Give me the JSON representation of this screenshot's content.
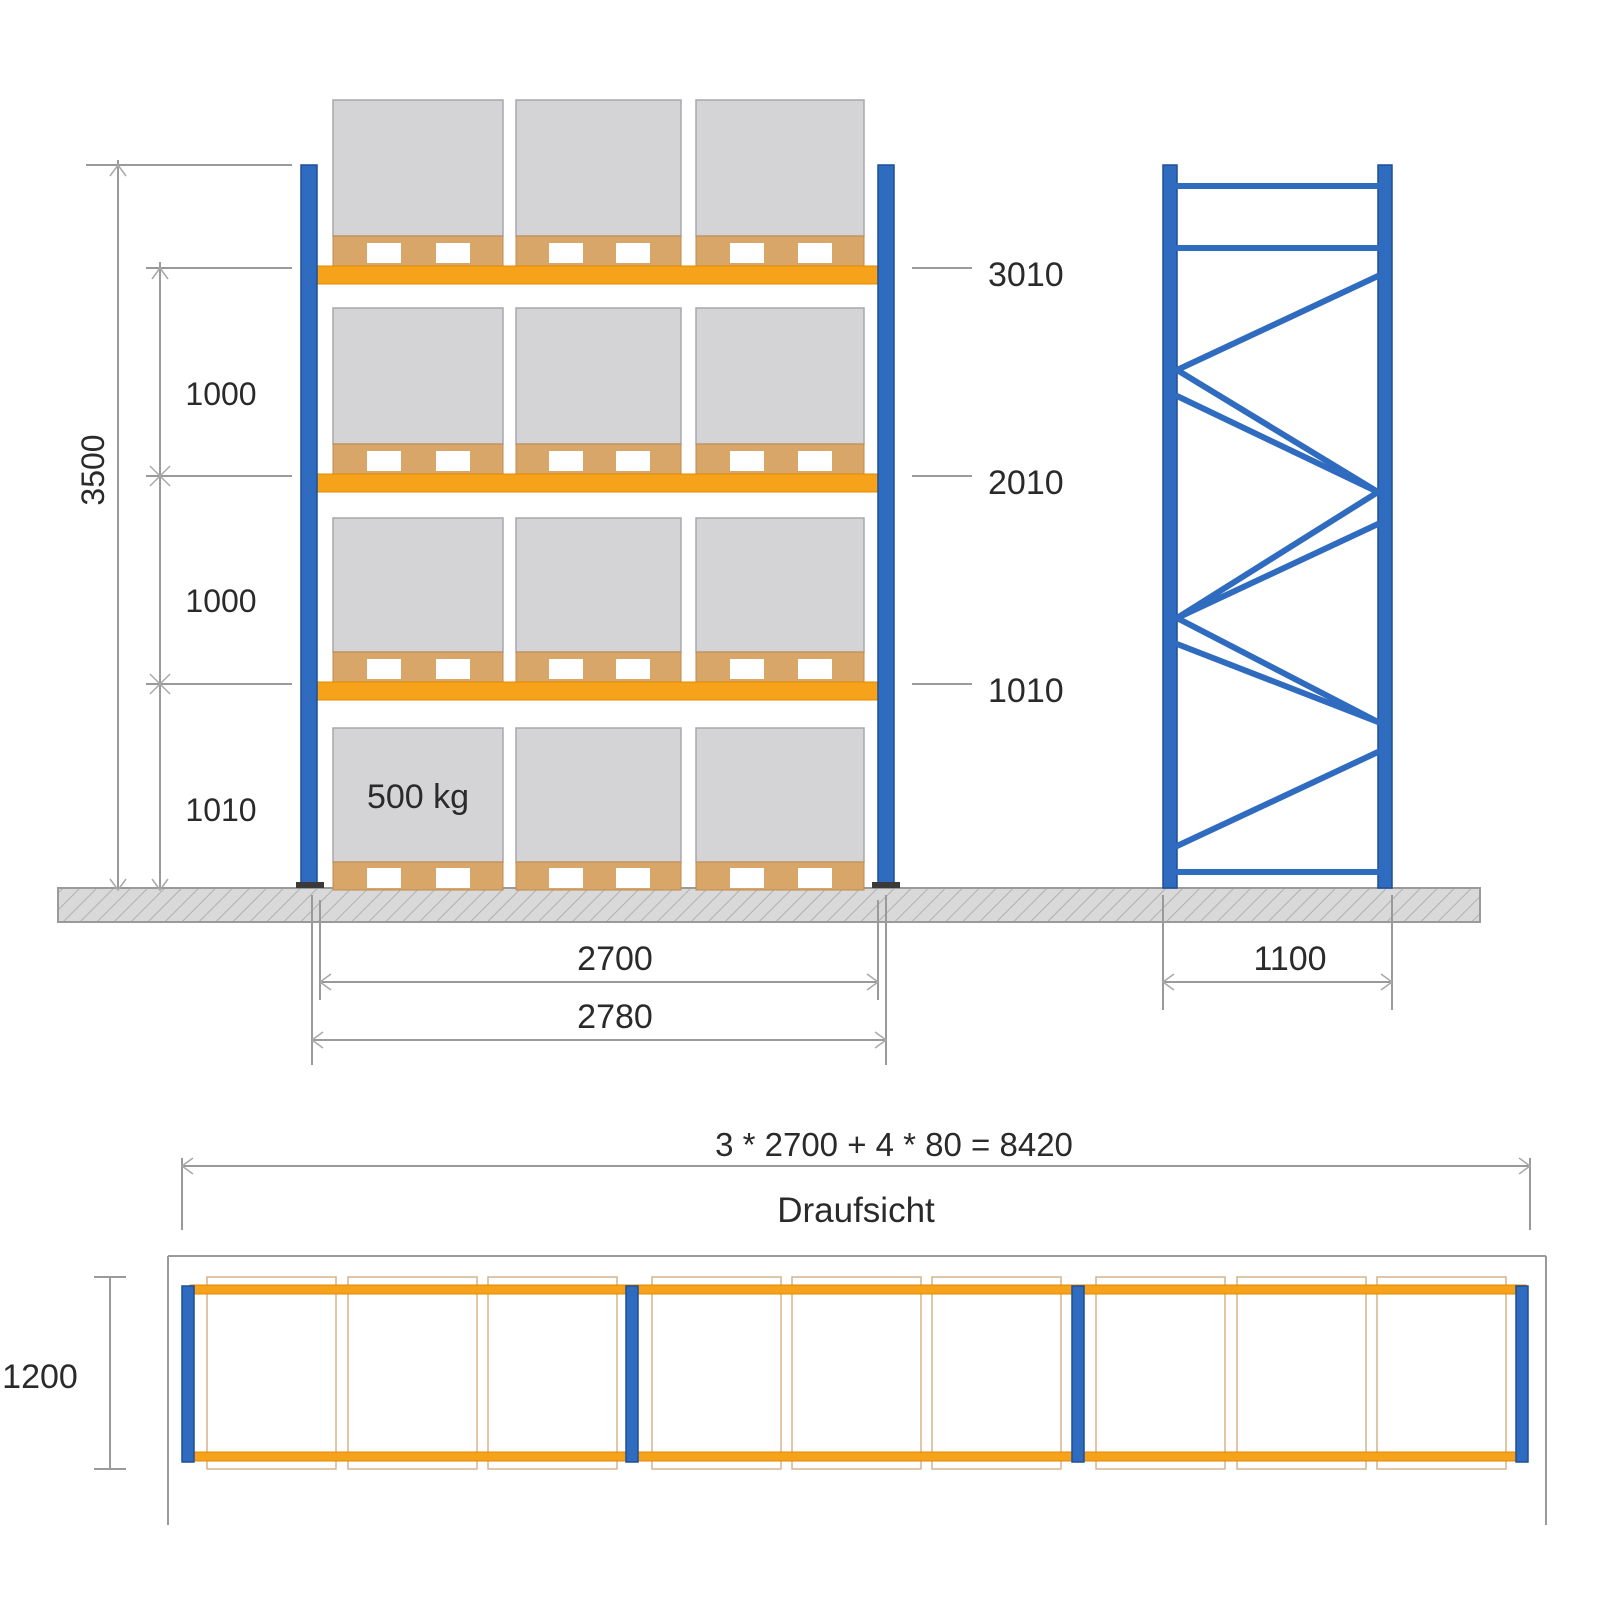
{
  "front_view": {
    "total_height": "3500",
    "level_gaps": [
      "1000",
      "1000",
      "1010"
    ],
    "beam_levels": [
      "3010",
      "2010",
      "1010"
    ],
    "pallet_load": "500 kg",
    "clear_width": "2700",
    "outer_width": "2780"
  },
  "side_view": {
    "depth": "1100"
  },
  "top_view": {
    "formula": "3 * 2700 + 4 * 80 = 8420",
    "title": "Draufsicht",
    "depth": "1200"
  },
  "colors": {
    "upright_blue": "#2f6bbf",
    "beam_orange": "#f7a21b",
    "box_grey": "#d4d4d6",
    "pallet_wood": "#d9a66a",
    "floor_grey": "#d9d9d9"
  }
}
